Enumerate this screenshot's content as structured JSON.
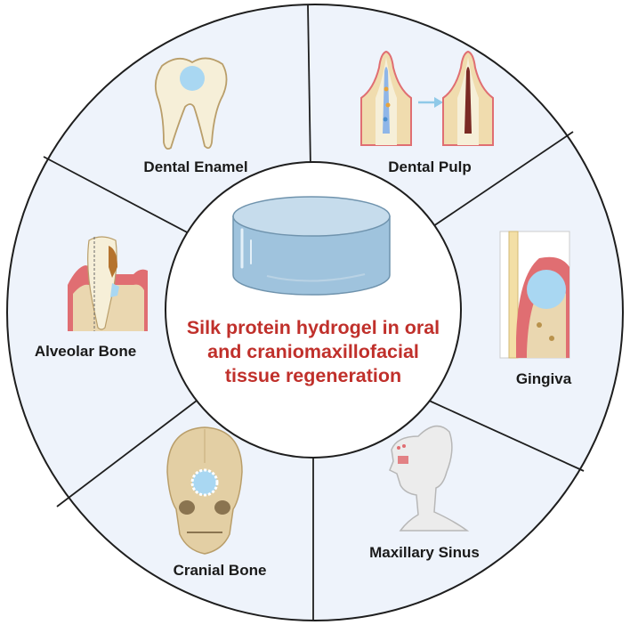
{
  "center": {
    "title_lines": [
      "Silk protein hydrogel in oral",
      "and craniomaxillofacial",
      "tissue regeneration"
    ],
    "icon": "hydrogel-disc-icon"
  },
  "segments": [
    {
      "label": "Dental Enamel",
      "icon": "molar-tooth-icon"
    },
    {
      "label": "Dental Pulp",
      "icon": "tooth-pulp-regeneration-icon"
    },
    {
      "label": "Gingiva",
      "icon": "gingiva-cross-section-icon"
    },
    {
      "label": "Maxillary Sinus",
      "icon": "head-sinus-icon"
    },
    {
      "label": "Cranial Bone",
      "icon": "skull-icon"
    },
    {
      "label": "Alveolar Bone",
      "icon": "alveolar-bone-tooth-icon"
    }
  ],
  "colors": {
    "segment_fill": "#eef3fb",
    "outline": "#1e1e1e",
    "title": "#c0302b",
    "hydrogel": "#9fc3dd",
    "gum": "#e06e72",
    "bone": "#ead7b0",
    "tooth": "#f6efd8",
    "highlight": "#a9d7f2"
  }
}
